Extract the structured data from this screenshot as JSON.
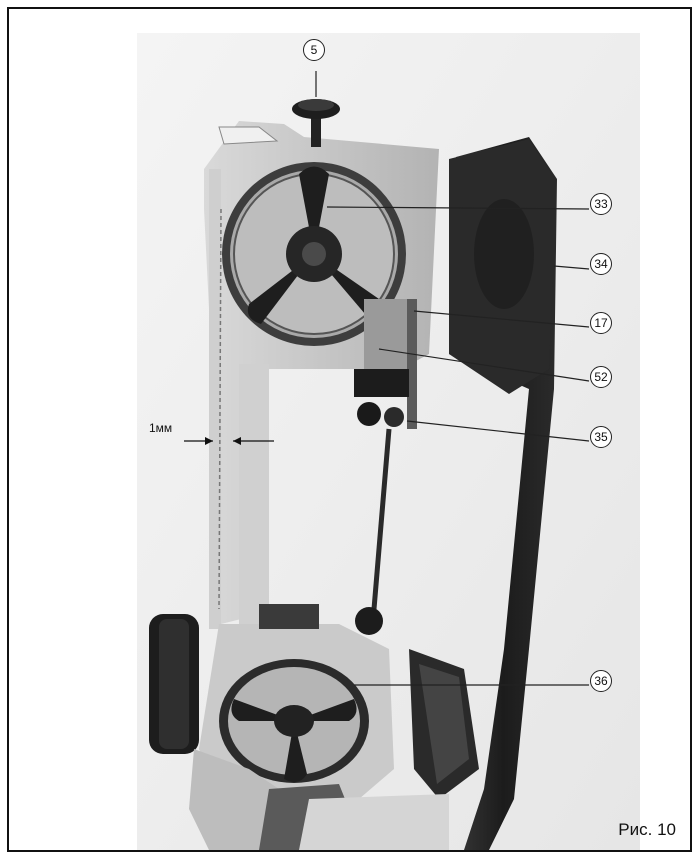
{
  "figure": {
    "caption": "Рис. 10",
    "dimension_label": "1мм",
    "callouts": [
      "5",
      "33",
      "34",
      "17",
      "52",
      "35",
      "36"
    ]
  }
}
